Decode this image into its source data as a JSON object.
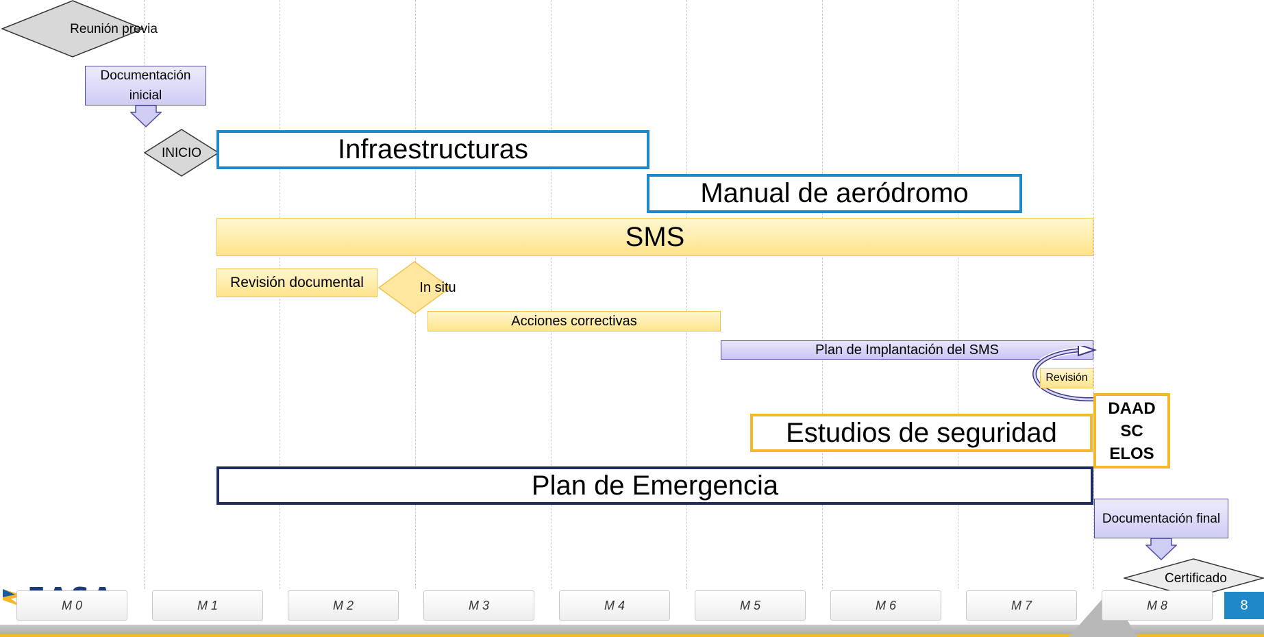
{
  "milestones": {
    "reunion_previa": "Reunión previa",
    "inicio": "INICIO",
    "in_situ": "In situ",
    "certificado": "Certificado"
  },
  "docs": {
    "inicial": "Documentación inicial",
    "final": "Documentación final"
  },
  "phases": {
    "infraestructuras": "Infraestructuras",
    "manual": "Manual de aeródromo",
    "sms": "SMS",
    "revision_documental": "Revisión documental",
    "acciones_correctivas": "Acciones correctivas",
    "plan_implantacion": "Plan de Implantación del SMS",
    "revision": "Revisión",
    "estudios": "Estudios de seguridad",
    "daad": "DAAD",
    "sc": "SC",
    "elos": "ELOS",
    "plan_emergencia": "Plan de Emergencia"
  },
  "months": [
    "M 0",
    "M 1",
    "M 2",
    "M 3",
    "M 4",
    "M 5",
    "M 6",
    "M 7",
    "M 8"
  ],
  "footer": {
    "page_number": "8",
    "logo_text": "EASA"
  },
  "colors": {
    "infra_border": "#1e88c8",
    "emergency_border": "#1f2c63",
    "safety_border": "#f5b82b",
    "sms_fill": "#ffe48a",
    "plan_fill": "#c9c6f2",
    "page_badge": "#1e88c8"
  }
}
